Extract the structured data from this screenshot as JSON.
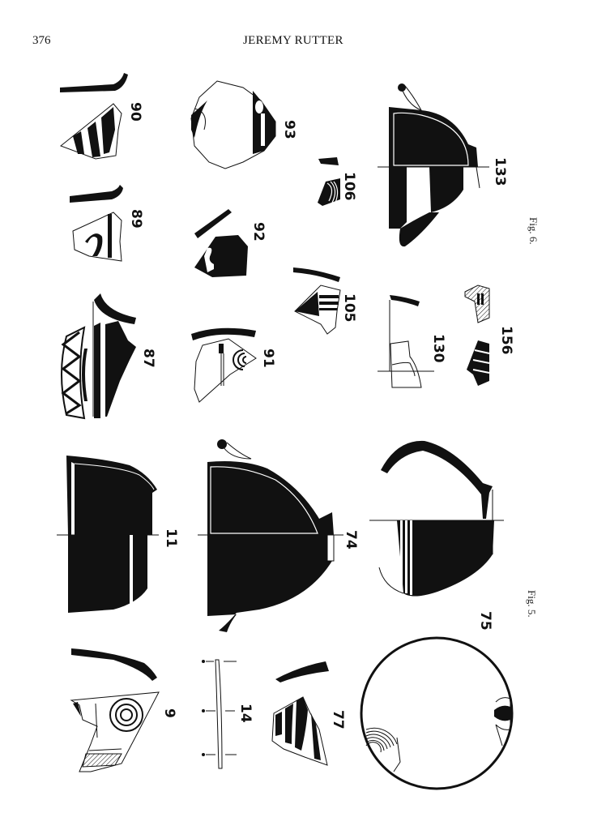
{
  "header": {
    "page_number": "376",
    "running_head": "JEREMY RUTTER"
  },
  "figures": [
    {
      "caption": "Fig. 6.",
      "items": [
        {
          "catalog_number": "90",
          "description": "rim profile and painted body sherd with diagonal bands"
        },
        {
          "catalog_number": "89",
          "description": "rim profile and sherd with curved band and vertical stripe"
        },
        {
          "catalog_number": "87",
          "description": "rim profile, zigzag band and painted sherd"
        },
        {
          "catalog_number": "93",
          "description": "large sherd with fringed arc and vertical bands"
        },
        {
          "catalog_number": "92",
          "description": "rim profile and sherd with wavy line"
        },
        {
          "catalog_number": "91",
          "description": "rim profile and sherd with concentric arcs"
        },
        {
          "catalog_number": "106",
          "description": "small rim and sherd with concentric arcs"
        },
        {
          "catalog_number": "105",
          "description": "rim profile and sherd with triangle and bands"
        },
        {
          "catalog_number": "133",
          "description": "profile of handled bowl, half section"
        },
        {
          "catalog_number": "130",
          "description": "rim profile and lug sherd"
        },
        {
          "catalog_number": "156",
          "description": "two banded sherds"
        }
      ]
    },
    {
      "caption": "Fig. 5.",
      "items": [
        {
          "catalog_number": "11",
          "description": "bowl profile, half section"
        },
        {
          "catalog_number": "74",
          "description": "handled bowl profile, half section"
        },
        {
          "catalog_number": "75",
          "description": "jug profile with high handle, and top view circle"
        },
        {
          "catalog_number": "9",
          "description": "rim profile and sherd with spiral and hatched band"
        },
        {
          "catalog_number": "14",
          "description": "rim profile with measurement ticks"
        },
        {
          "catalog_number": "77",
          "description": "rim profile and sherd with diagonal bands"
        }
      ]
    }
  ]
}
